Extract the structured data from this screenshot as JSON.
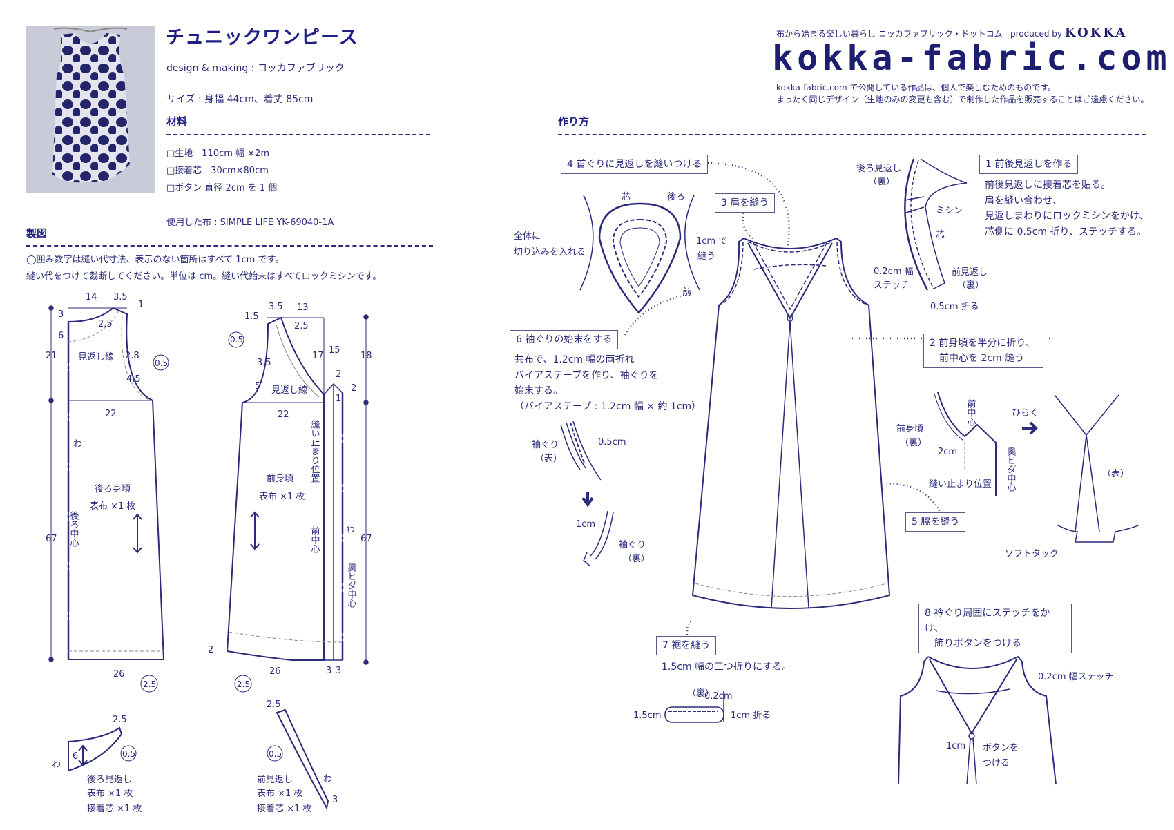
{
  "header": {
    "title": "チュニックワンピース",
    "design": "design & making : コッカファブリック",
    "size": "サイズ : 身幅 44cm、着丈 85cm",
    "tagline": "布から始まる楽しい暮らし コッカファブリック・ドットコム",
    "produced_by": "produced by",
    "brand": "KOKKA",
    "logo": "kokka-fabric.com",
    "notice_1": "kokka-fabric.com で公開している作品は、個人で楽しむためのものです。",
    "notice_2": "まったく同じデザイン（生地のみの変更も含む）で制作した作品を販売することはご遠慮ください。"
  },
  "materials": {
    "heading": "材料",
    "items": [
      "□生地　110cm 幅 ×2m",
      "□接着芯　30cm×80cm",
      "□ボタン 直径 2cm を 1 個"
    ],
    "fabric_used": "使用した布 : SIMPLE LIFE YK-69040-1A"
  },
  "drafting": {
    "heading": "製図",
    "note_1": "◯囲み数字は縫い代寸法、表示のない箇所はすべて 1cm です。",
    "note_2": "縫い代をつけて裁断してください。単位は cm。縫い代始末はすべてロックミシンです。",
    "back": {
      "dims": [
        "14",
        "3.5",
        "1",
        "3",
        "2.5",
        "6",
        "21",
        "2.8",
        "0.5",
        "4.5",
        "22",
        "67",
        "26",
        "2.5"
      ],
      "facing_line": "見返し線",
      "fold": "わ",
      "name": "後ろ身頃",
      "count": "表布 ×1 枚",
      "center": "後ろ中心"
    },
    "front": {
      "dims": [
        "3.5",
        "13",
        "1.5",
        "2.5",
        "0.5",
        "17",
        "15",
        "18",
        "3.5",
        "2",
        "2",
        "5",
        "1",
        "22",
        "67",
        "2",
        "26",
        "3",
        "3",
        "2.5"
      ],
      "facing_line": "見返し線",
      "stop": "縫い止まり位置",
      "name": "前身頃",
      "count": "表布 ×1 枚",
      "fold": "わ",
      "center": "前中心",
      "pleat_center": "奥ヒダ中心"
    },
    "back_facing": {
      "dims": [
        "2.5",
        "6",
        "0.5"
      ],
      "fold": "わ",
      "lines": [
        "後ろ見返し",
        "表布 ×1 枚",
        "接着芯 ×1 枚"
      ]
    },
    "front_facing": {
      "dims": [
        "2.5",
        "0.5",
        "3"
      ],
      "fold": "わ",
      "lines": [
        "前見返し",
        "表布 ×1 枚",
        "接着芯 ×1 枚"
      ]
    }
  },
  "howto": {
    "heading": "作り方",
    "steps": [
      {
        "label": "1 前後見返しを作る",
        "text": [
          "前後見返しに接着芯を貼る。",
          "肩を縫い合わせ、",
          "見返しまわりにロックミシンをかけ、",
          "芯側に 0.5cm 折り、ステッチする。"
        ]
      },
      {
        "label": [
          "2 前身頃を半分に折り、",
          "前中心を 2cm 縫う"
        ]
      },
      {
        "label": "3 肩を縫う"
      },
      {
        "label": "4 首ぐりに見返しを縫いつける"
      },
      {
        "label": "5 脇を縫う"
      },
      {
        "label": "6 袖ぐりの始末をする",
        "text": [
          "共布で、1.2cm 幅の両折れ",
          "バイアステープを作り、袖ぐりを",
          "始末する。",
          "（バイアステープ : 1.2cm 幅 × 約 1cm）"
        ]
      },
      {
        "label": "7 裾を縫う",
        "text": [
          "1.5cm 幅の三つ折りにする。"
        ]
      },
      {
        "label": [
          "8 衿ぐり周囲にステッチをかけ、",
          "飾りボタンをつける"
        ]
      }
    ],
    "diag1": [
      "後ろ見返し",
      "（裏）",
      "ミシン",
      "芯",
      "0.2cm 幅",
      "ステッチ",
      "前見返し",
      "（裏）",
      "0.5cm 折る"
    ],
    "diag2": [
      "前身頃",
      "（裏）",
      "前中心",
      "2cm",
      "縫い止まり位置",
      "奥ヒダ中心",
      "ひらく",
      "（表）",
      "ソフトタック"
    ],
    "diag4": [
      "芯",
      "後ろ",
      "全体に",
      "切り込みを入れる",
      "1cm で",
      "縫う",
      "前"
    ],
    "diag6": [
      "袖ぐり",
      "（表）",
      "0.5cm",
      "1cm",
      "袖ぐり",
      "（裏）"
    ],
    "diag7": [
      "（裏）",
      "0.2cm",
      "1.5cm",
      "1cm 折る"
    ],
    "diag8": [
      "0.2cm 幅ステッチ",
      "1cm",
      "ボタンを",
      "つける"
    ]
  },
  "colors": {
    "ink": "#2b2b7a",
    "title": "#1e1e86"
  }
}
